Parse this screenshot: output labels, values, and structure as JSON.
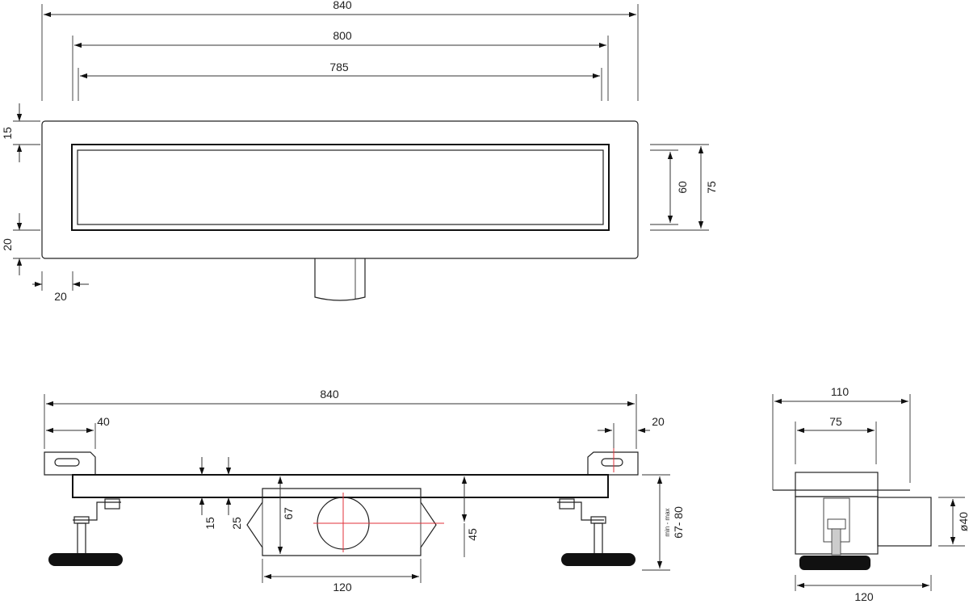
{
  "top_view": {
    "overall_length": "840",
    "grate_length": "800",
    "opening_length": "785",
    "top_margin": "15",
    "bottom_margin": "20",
    "side_margin": "20",
    "grate_width": "60",
    "overall_width": "75"
  },
  "side_view": {
    "overall_length": "840",
    "bracket_left": "40",
    "bracket_right": "20",
    "channel_height": "15",
    "frame_height": "25",
    "box_height": "67",
    "outlet_center": "45",
    "box_width": "120",
    "height_range_label": "min - max",
    "height_range": "67- 80"
  },
  "end_view": {
    "overall_width": "110",
    "channel_width": "75",
    "outlet_diameter": "ø40",
    "base_width": "120"
  }
}
